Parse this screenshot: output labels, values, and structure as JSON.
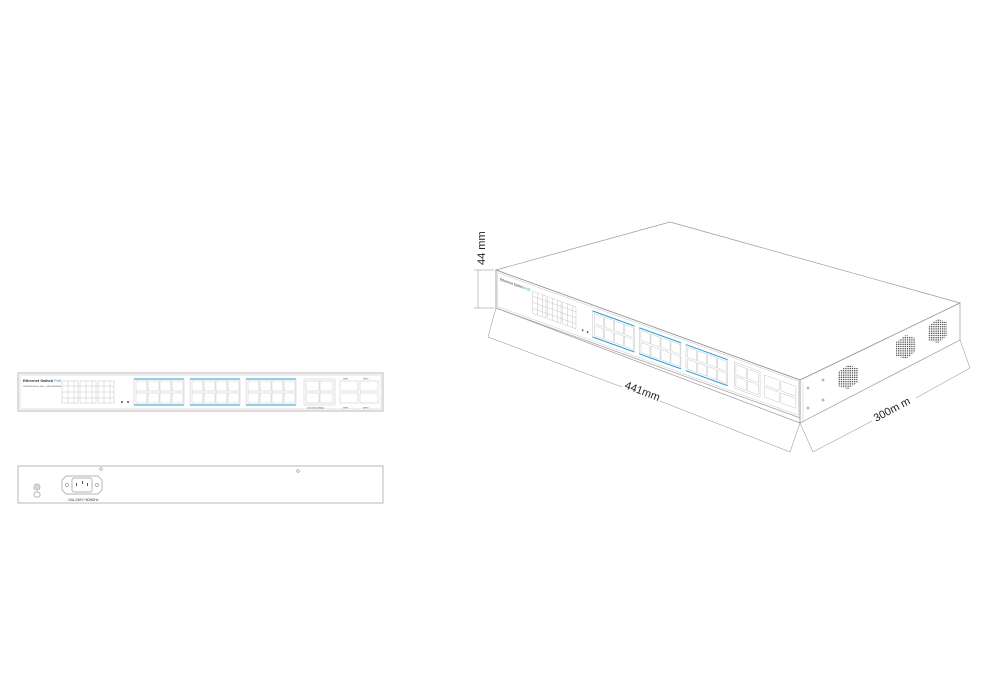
{
  "front_panel": {
    "brand_label": "Ethernet Switch",
    "brand_suffix": "PoE",
    "subtitle": "10/100M 24-Port PoE + 4Gb SFP/RJ45",
    "combo_label": "10/100/1000Mbps",
    "sfp_labels": [
      "SFP1",
      "SFP2",
      "SFP3",
      "SFP4"
    ]
  },
  "rear_panel": {
    "power_rating": "10A-240V~50/60Hz"
  },
  "dimensions": {
    "height": "44 mm",
    "width": "441mm",
    "depth": "300m m"
  },
  "colors": {
    "accent": "#2a9fd0",
    "outline": "#9a9a9a"
  }
}
